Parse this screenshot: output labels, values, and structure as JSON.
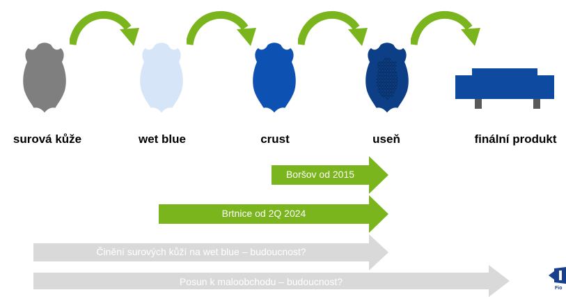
{
  "stages": [
    {
      "label": "surová kůže",
      "icon": "raw-hide-icon",
      "color": "#7f7f7f"
    },
    {
      "label": "wet blue",
      "icon": "wet-blue-hide-icon",
      "color": "#d6e6f8"
    },
    {
      "label": "crust",
      "icon": "crust-hide-icon",
      "color": "#0d52b3"
    },
    {
      "label": "useň",
      "icon": "finished-leather-icon",
      "color": "#0d3f87"
    },
    {
      "label": "finální produkt",
      "icon": "sofa-icon",
      "color": "#0d4aa0"
    }
  ],
  "timeline": [
    {
      "label": "Boršov od 2015",
      "color": "#7ab51d",
      "text_color": "#ffffff"
    },
    {
      "label": "Brtnice od 2Q 2024",
      "color": "#7ab51d",
      "text_color": "#ffffff"
    },
    {
      "label": "Činění surových kůží na wet blue – budoucnost?",
      "color": "#d9d9d9",
      "text_color": "#ffffff"
    },
    {
      "label": "Posun k maloobchodu – budoucnost?",
      "color": "#d9d9d9",
      "text_color": "#ffffff"
    }
  ],
  "flow_arrow_color": "#7ab51d",
  "logo": {
    "text": "Fio"
  }
}
